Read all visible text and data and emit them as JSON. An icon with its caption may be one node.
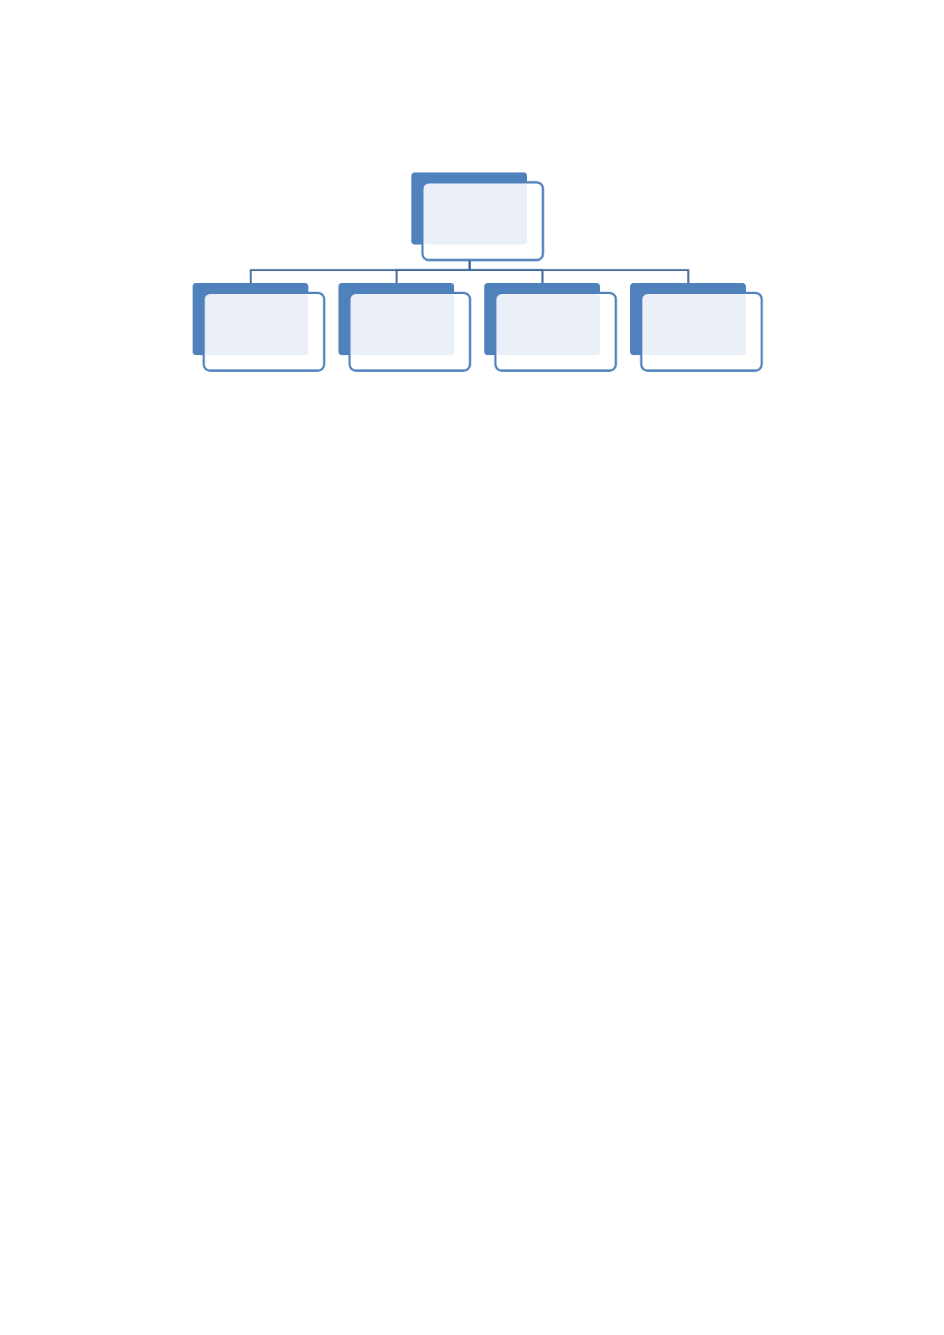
{
  "diagram": {
    "nodes": [
      {
        "text": [],
        "shape": "box"
      },
      {
        "text": [],
        "shape": "box"
      },
      {
        "text": [],
        "shape": "box"
      },
      {
        "text": [],
        "shape": "box"
      },
      {
        "text": [],
        "shape": "box"
      }
    ],
    "edges": [
      {
        "from": 0,
        "to": 1,
        "arrow": "none"
      },
      {
        "from": 0,
        "to": 2,
        "arrow": "none"
      },
      {
        "from": 0,
        "to": 3,
        "arrow": "none"
      },
      {
        "from": 0,
        "to": 4,
        "arrow": "none"
      }
    ]
  }
}
